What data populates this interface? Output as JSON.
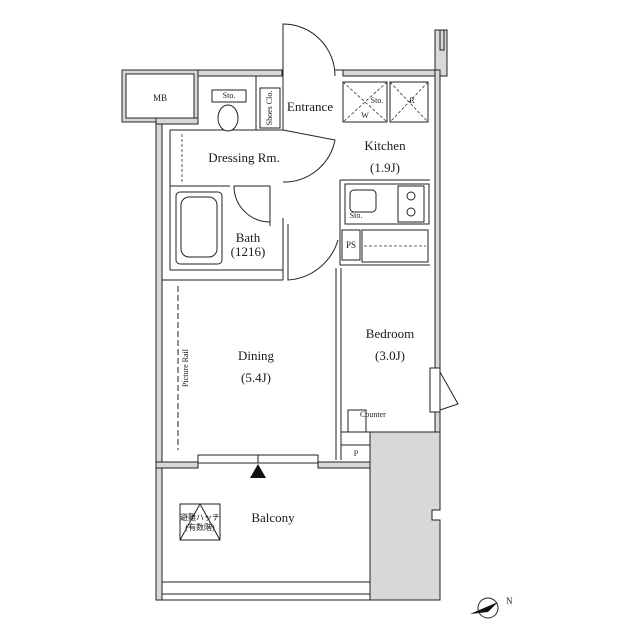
{
  "rooms": {
    "mb": "MB",
    "entrance": "Entrance",
    "kitchen": "Kitchen",
    "kitchen_size": "(1.9J)",
    "dressing": "Dressing Rm.",
    "bath": "Bath",
    "bath_size": "(1216)",
    "bedroom": "Bedroom",
    "bedroom_size": "(3.0J)",
    "dining": "Dining",
    "dining_size": "(5.4J)",
    "balcony": "Balcony"
  },
  "fixtures": {
    "sto_toilet": "Sto.",
    "shoes_closet": "Shoes Clo.",
    "sto_kitchen": "Sto.",
    "washer": "W",
    "refrigerator": "R",
    "sto_counter": "Sto.",
    "ps": "PS",
    "picture_rail": "Picture Rail",
    "counter": "Counter",
    "p": "P",
    "hatch_line1": "避難ハッチ",
    "hatch_line2": "(有数階)"
  },
  "compass": {
    "north": "N"
  }
}
